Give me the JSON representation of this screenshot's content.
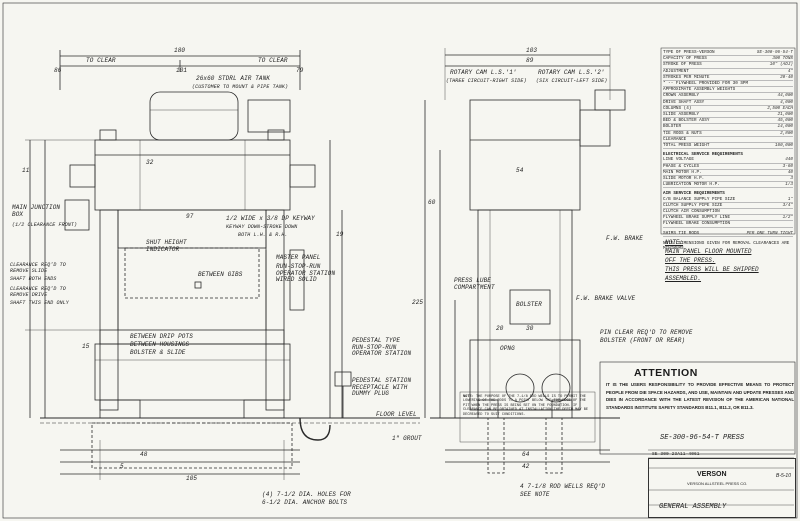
{
  "spec_sheet": {
    "rows": [
      {
        "label": "TYPE OF PRESS-VERSON",
        "value": "SE-300-96-54-T"
      },
      {
        "label": "CAPACITY OF PRESS",
        "value": "300 TONS"
      },
      {
        "label": "STROKE OF PRESS",
        "value": "10\" (ADJ)"
      },
      {
        "label": "ADJUSTMENT",
        "value": "4\""
      },
      {
        "label": "STROKES PER MINUTE",
        "value": "20-40"
      },
      {
        "label": "* -- FLYWHEEL PROVIDED FOR 30 SPM",
        "value": ""
      },
      {
        "label": "APPROXIMATE ASSEMBLY WEIGHTS",
        "value": ""
      },
      {
        "label": "CROWN ASSEMBLY",
        "value": "44,000"
      },
      {
        "label": "DRIVE SHAFT ASSY",
        "value": "4,000"
      },
      {
        "label": "COLUMNS (4)",
        "value": "2,500 EACH"
      },
      {
        "label": "SLIDE ASSEMBLY",
        "value": "21,000"
      },
      {
        "label": "BED & BOLSTER ASSY",
        "value": "45,000"
      },
      {
        "label": "BOLSTER",
        "value": "14,000"
      },
      {
        "label": "TIE RODS & NUTS",
        "value": "2,800"
      },
      {
        "label": "CLEARANCE",
        "value": ""
      },
      {
        "label": "TOTAL PRESS WEIGHT",
        "value": "160,000"
      }
    ],
    "elec_header": "ELECTRICAL SERVICE REQUIREMENTS",
    "elec_rows": [
      {
        "label": "LINE VOLTAGE",
        "value": "440"
      },
      {
        "label": "PHASE & CYCLES",
        "value": "3-60"
      },
      {
        "label": "MAIN MOTOR H.P.",
        "value": "40"
      },
      {
        "label": "SLIDE MOTOR H.P.",
        "value": "3"
      },
      {
        "label": "LUBRICATION MOTOR H.P.",
        "value": "1/3"
      }
    ],
    "air_header": "AIR SERVICE REQUIREMENTS",
    "air_rows": [
      {
        "label": "C/B BALANCE SUPPLY PIPE SIZE",
        "value": "1\""
      },
      {
        "label": "CLUTCH SUPPLY PIPE SIZE",
        "value": "3/4\""
      },
      {
        "label": "CLUTCH AIR CONSUMPTION",
        "value": ""
      },
      {
        "label": "FLYWHEEL BRAKE SUPPLY LINE",
        "value": "1/2\""
      },
      {
        "label": "FLYWHEEL BRAKE CONSUMPTION",
        "value": ""
      }
    ],
    "shims_label": "SHIMS TIE RODS",
    "shims_value": "PER ONE TURN TIGHT",
    "note_label": "NOTE:",
    "note_text": "DIMENSIONS GIVEN FOR REMOVAL CLEARANCES ARE MINIMUMS."
  },
  "notes_right": {
    "title": "NOTE:",
    "line1": "MAIN PANEL FLOOR MOUNTED",
    "line2": "OFF THE PRESS.",
    "line3": "THIS PRESS WILL BE SHIPPED",
    "line4": "ASSEMBLED."
  },
  "attention": {
    "title": "ATTENTION",
    "body": "IT IS THE USERS RESPONSIBILITY TO PROVIDE EFFECTIVE MEANS TO PROTECT PEOPLE FROM DIE SPACE HAZARDS, AND USE, MAINTAIN AND UPDATE PRESSES AND DIES IN ACCORDANCE WITH THE LATEST REVISION OF THE AMERICAN NATIONAL STANDARDS INSTITUTE SAFETY STANDARDS B11.1, B11.2, OR B11.3."
  },
  "floor_note": {
    "label": "NOTE:",
    "text": "THE PURPOSE OF THE 7-1/8 ROD WELLS IS TO PERMIT THE LOWERING OF THE RODS TO A POINT BELOW THE TOP EDGE OF THE PIT WHEN THE PRESS IS BEING SET ON THE FOUNDATION. IF CLEARANCE CAN BE OBTAINED AT INSTALLATION THE DEPTH MAY BE DECREASED TO SUIT CONDITIONS."
  },
  "title_block": {
    "brand": "VERSON",
    "company": "VERSON ALLSTEEL PRESS CO.",
    "title": "GENERAL ASSEMBLY",
    "dwg_no": "B-5-10",
    "press_id": "SE-300-96-54-T PRESS",
    "job": "SE 300 23A11-4061"
  },
  "front_view": {
    "overall_width": "180",
    "to_clear_left": "TO CLEAR",
    "to_clear_right": "TO CLEAR",
    "dim_86": "86",
    "dim_101": "101",
    "dim_79": "79",
    "air_tank": "26x60 STDRL AIR TANK",
    "air_tank_note": "(CUSTOMER TO MOUNT & PIPE TANK)",
    "main_junction_box": "MAIN JUNCTION BOX",
    "junction_note": "(1/2 CLEARANCE FRONT)",
    "shut_height": "SHUT HEIGHT INDICATOR",
    "keyway_note": "1/2 WIDE x 3/8 DP KEYWAY",
    "keyway_note2": "KEYWAY DOWN-STROKE DOWN",
    "keyway_note3": "BOTH L.H. & R.H.",
    "between_gibs": "BETWEEN GIBS",
    "master_panel": "MASTER PANEL",
    "operator_station": "RUN-STOP-RUN OPERATOR STATION WIRED SOLID",
    "clearance_slide": "CLEARANCE REQ'D TO REMOVE SLIDE",
    "clearance_slide2": "SHAFT BOTH ENDS",
    "clearance_drive": "CLEARANCE REQ'D TO REMOVE DRIVE",
    "clearance_drive2": "SHAFT THIS END ONLY",
    "between_drip_pots": "BETWEEN DRIP POTS",
    "between_housings": "BETWEEN HOUSINGS",
    "bolster_slide": "BOLSTER & SLIDE",
    "pedestal_station": "PEDESTAL TYPE RUN-STOP-RUN OPERATOR STATION",
    "pedestal_receptacle": "PEDESTAL STATION RECEPTACLE WITH DUMMY PLUG",
    "floor_level": "FLOOR LEVEL",
    "grout": "1\" GROUT",
    "anchor_holes": "(4) 7-1/2 DIA. HOLES FOR",
    "anchor_holes2": "6-1/2 DIA. ANCHOR BOLTS",
    "dim_105": "105",
    "dim_97": "97",
    "dim_32": "32",
    "dim_11": "11",
    "dim_15": "15",
    "dim_19": "19",
    "dim_48": "48",
    "dim_5": "5"
  },
  "side_view": {
    "dim_103": "103",
    "dim_89": "89",
    "rotary_cam_1": "ROTARY CAM L.S.'1'",
    "rotary_cam_1_note": "(THREE CIRCUIT-RIGHT SIDE)",
    "rotary_cam_2": "ROTARY CAM L.S.'2'",
    "rotary_cam_2_note": "(SIX CIRCUIT-LEFT SIDE)",
    "fw_brake": "F.W. BRAKE",
    "fw_brake_valve": "F.W. BRAKE VALVE",
    "press_lube": "PRESS LUBE COMPARTMENT",
    "pin_clear": "PIN CLEAR REQ'D TO REMOVE",
    "pin_clear2": "BOLSTER (FRONT OR REAR)",
    "rod_wells": "4 7-1/8 ROD WELLS REQ'D",
    "rod_wells2": "SEE NOTE",
    "bolster_label": "BOLSTER",
    "dim_54": "54",
    "dim_60": "60",
    "dim_225": "225",
    "dim_20": "20",
    "dim_30": "30",
    "dim_64": "64",
    "dim_42": "42",
    "opng": "OPNG"
  }
}
